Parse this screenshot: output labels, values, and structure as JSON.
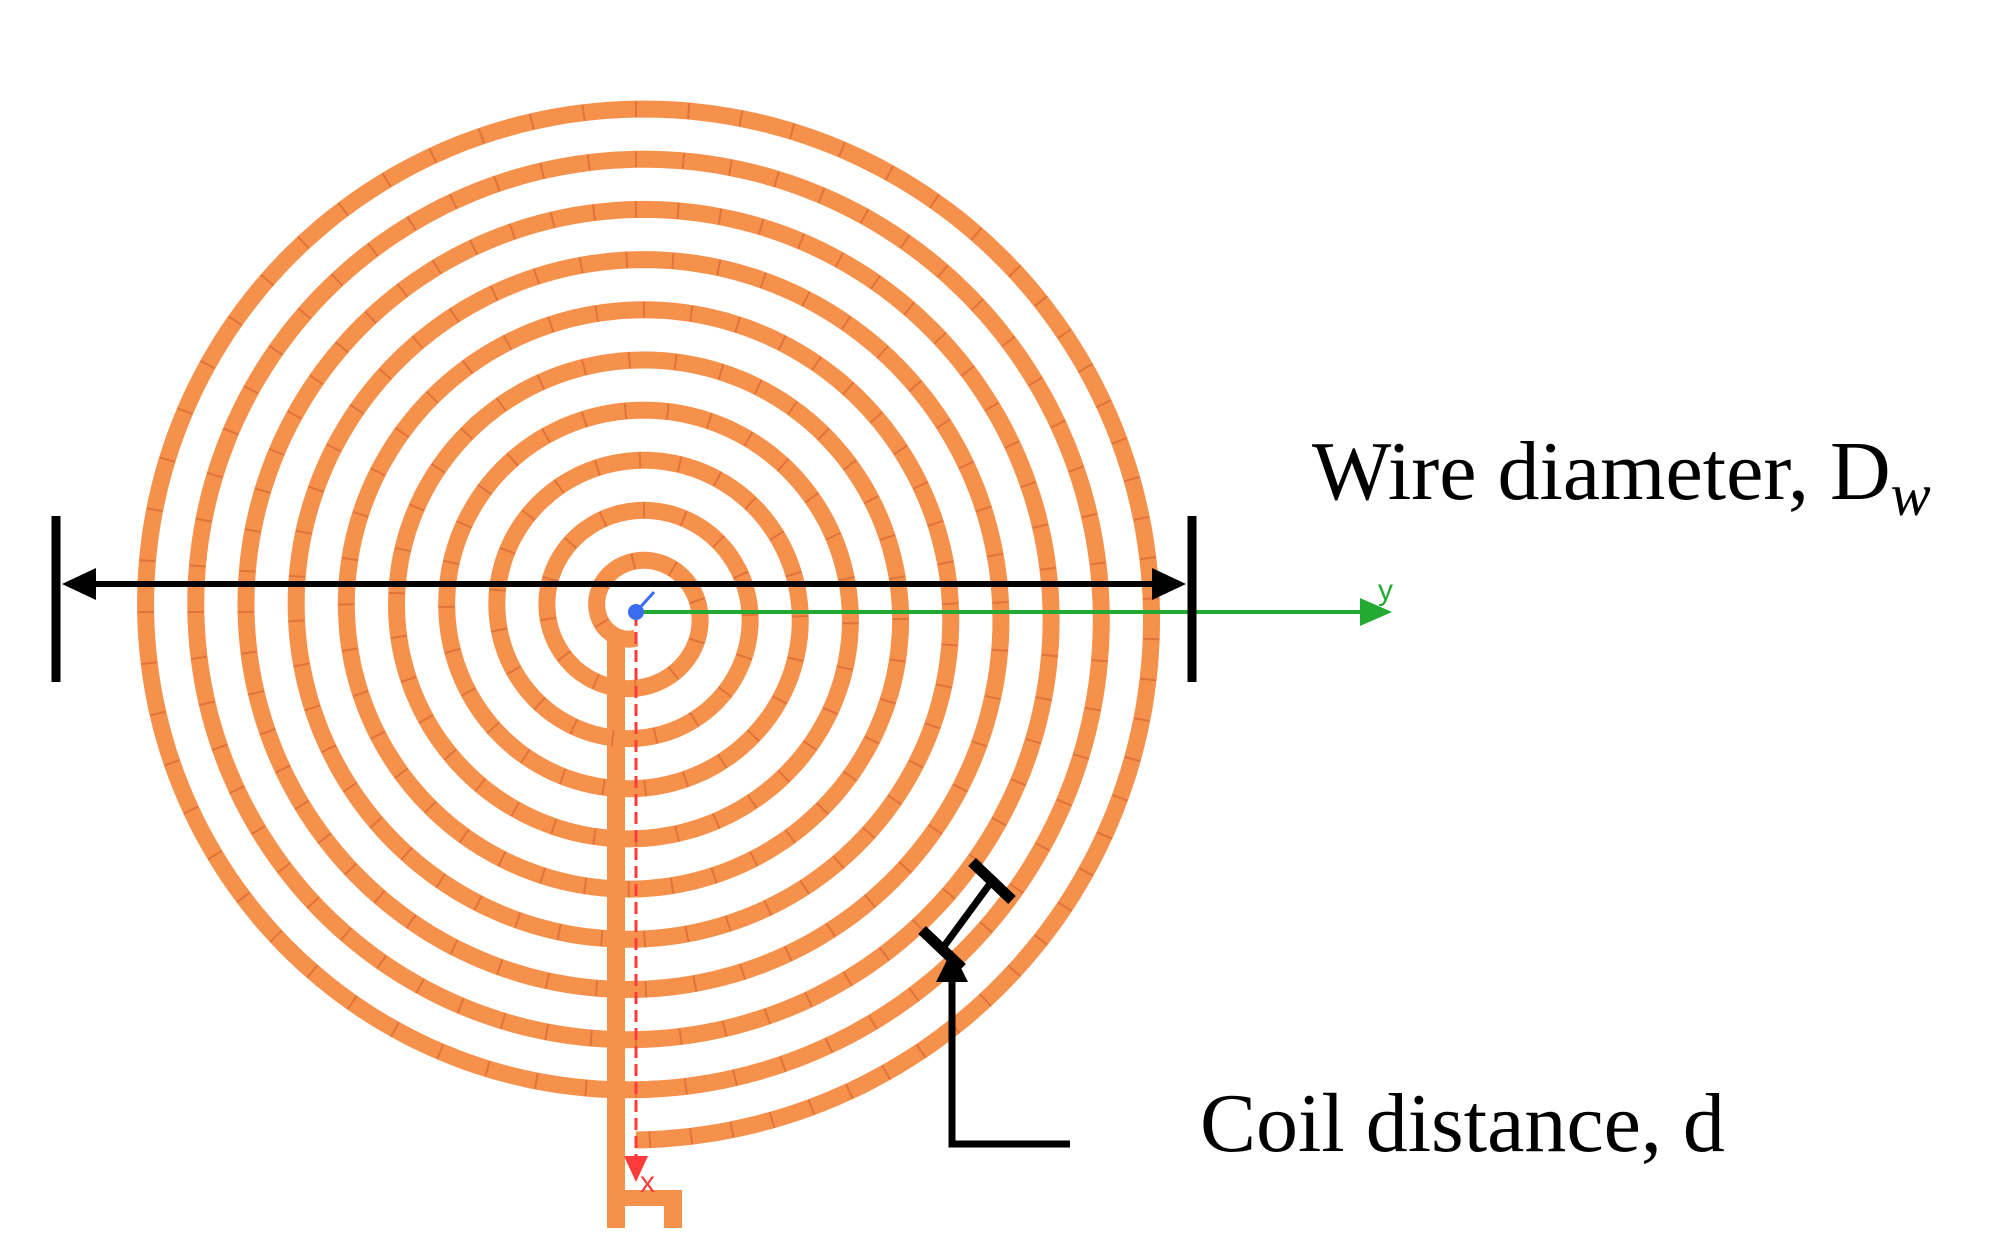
{
  "labels": {
    "wire_diameter": {
      "text": "Wire diameter, D",
      "subscript": "w"
    },
    "coil_distance": {
      "text": "Coil distance, d"
    }
  },
  "axes": {
    "x": "x",
    "y": "y"
  },
  "colors": {
    "coil": "#f6914c",
    "coil_segment": "#e0733a",
    "dimension": "#000000",
    "axis_x": "#ff3b3b",
    "axis_y": "#22aa33",
    "axis_z": "#3a6cf0"
  }
}
